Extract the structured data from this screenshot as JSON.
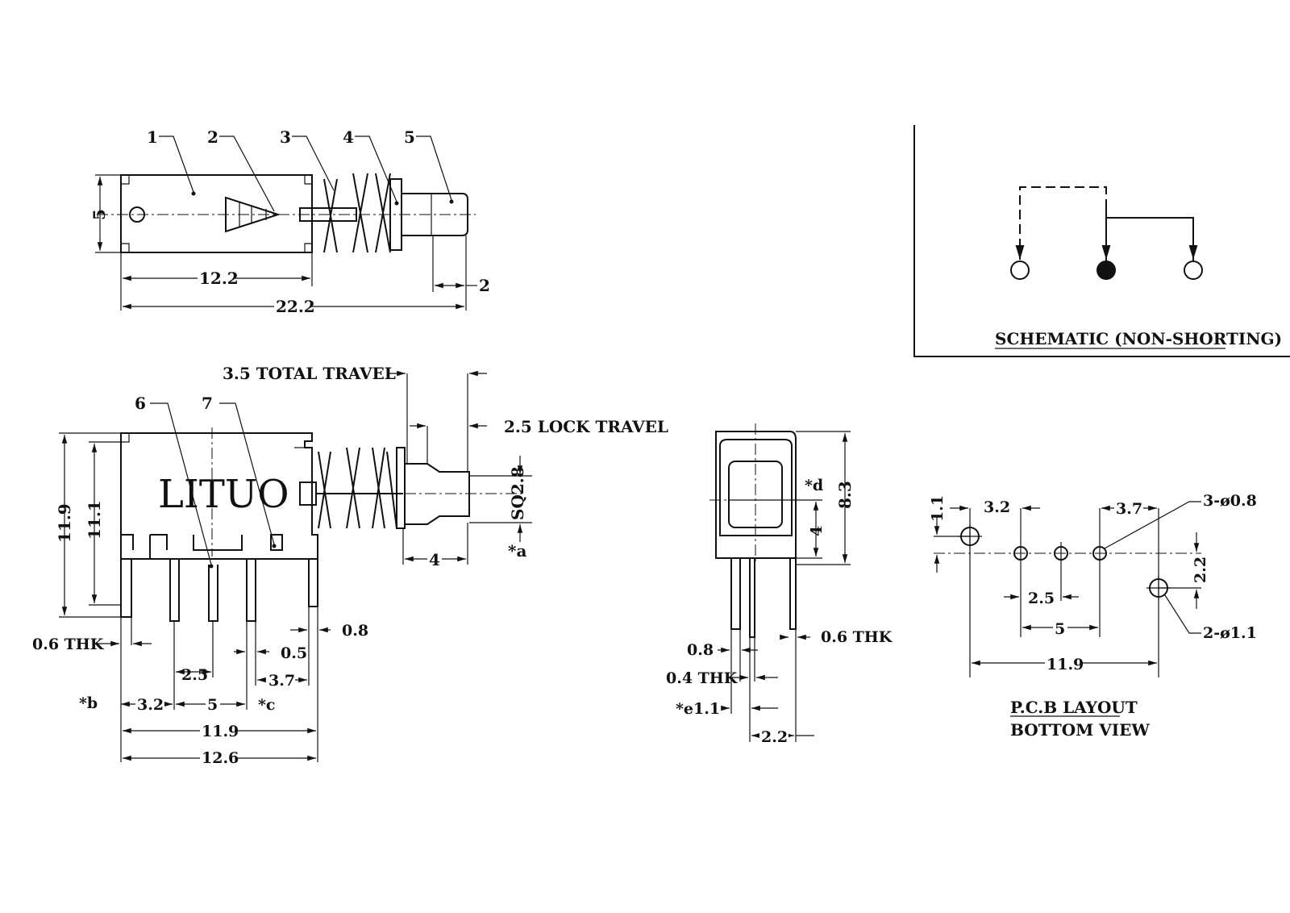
{
  "top_view": {
    "callouts": [
      "1",
      "2",
      "3",
      "4",
      "5"
    ],
    "dim_height": "5",
    "dim_body": "12.2",
    "dim_overall": "22.2",
    "dim_tip": "2"
  },
  "side_view": {
    "callouts": [
      "6",
      "7"
    ],
    "logo_text": "LITUO",
    "total_travel": "3.5 TOTAL TRAVEL",
    "lock_travel": "2.5 LOCK TRAVEL",
    "dim_height_outer": "11.9",
    "dim_height_inner": "11.1",
    "dim_shaft": "SQ2.8",
    "note_a": "*a",
    "dim_shaft_len": "4",
    "thk_label": "0.6 THK",
    "dim_08": "0.8",
    "dim_05": "0.5",
    "dim_25": "2.5",
    "dim_37": "3.7",
    "note_b": "*b",
    "dim_32": "3.2",
    "dim_5": "5",
    "note_c": "*c",
    "dim_119": "11.9",
    "dim_126": "12.6"
  },
  "end_view": {
    "note_d": "*d",
    "dim_83": "8.3",
    "dim_4": "4",
    "dim_08": "0.8",
    "thk_06": "0.6 THK",
    "thk_04": "0.4 THK",
    "note_e": "*e1.1",
    "dim_22": "2.2"
  },
  "schematic": {
    "caption": "SCHEMATIC (NON-SHORTING)"
  },
  "pcb": {
    "dim_11": "1.1",
    "dim_32": "3.2",
    "dim_37": "3.7",
    "hole_small": "3-ø0.8",
    "dim_22": "2.2",
    "dim_25": "2.5",
    "dim_5": "5",
    "hole_large": "2-ø1.1",
    "dim_119": "11.9",
    "caption_1": "P.C.B LAYOUT",
    "caption_2": "BOTTOM VIEW"
  }
}
